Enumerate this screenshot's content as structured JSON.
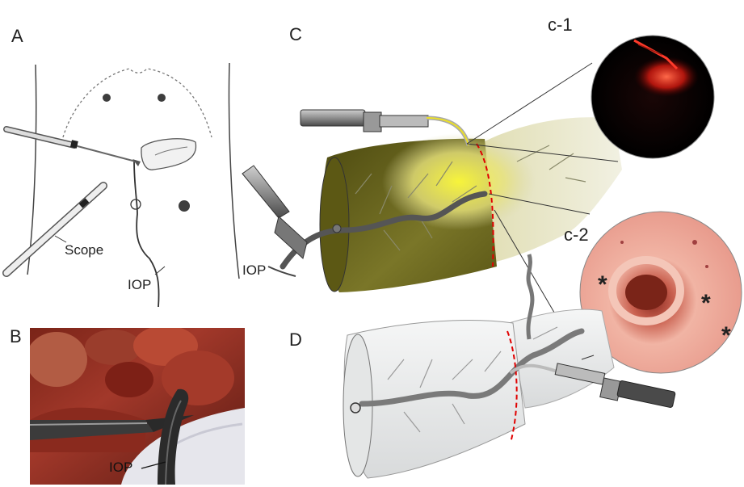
{
  "panels": {
    "a": "A",
    "b": "B",
    "c": "C",
    "c1": "c-1",
    "c2": "c-2",
    "d": "D"
  },
  "annotations": {
    "scope": "Scope",
    "iop_a": "IOP",
    "iop_b": "IOP",
    "iop_c": "IOP",
    "star": "*"
  },
  "colors": {
    "outline": "#444444",
    "port": "#3d3d3d",
    "tissue_dark": "#6e6a1c",
    "tissue_light": "#e8e6cc",
    "tissue_white": "#eceeee",
    "glow": "#f2ef3a",
    "laser_red": "#ff2a1a",
    "mucosa": "#e8a090",
    "dashed_red": "#e00000",
    "instrument": "#555555"
  },
  "icons": {
    "scope": "endoscope-icon",
    "grasper": "grasper-icon",
    "forceps": "forceps-icon"
  }
}
